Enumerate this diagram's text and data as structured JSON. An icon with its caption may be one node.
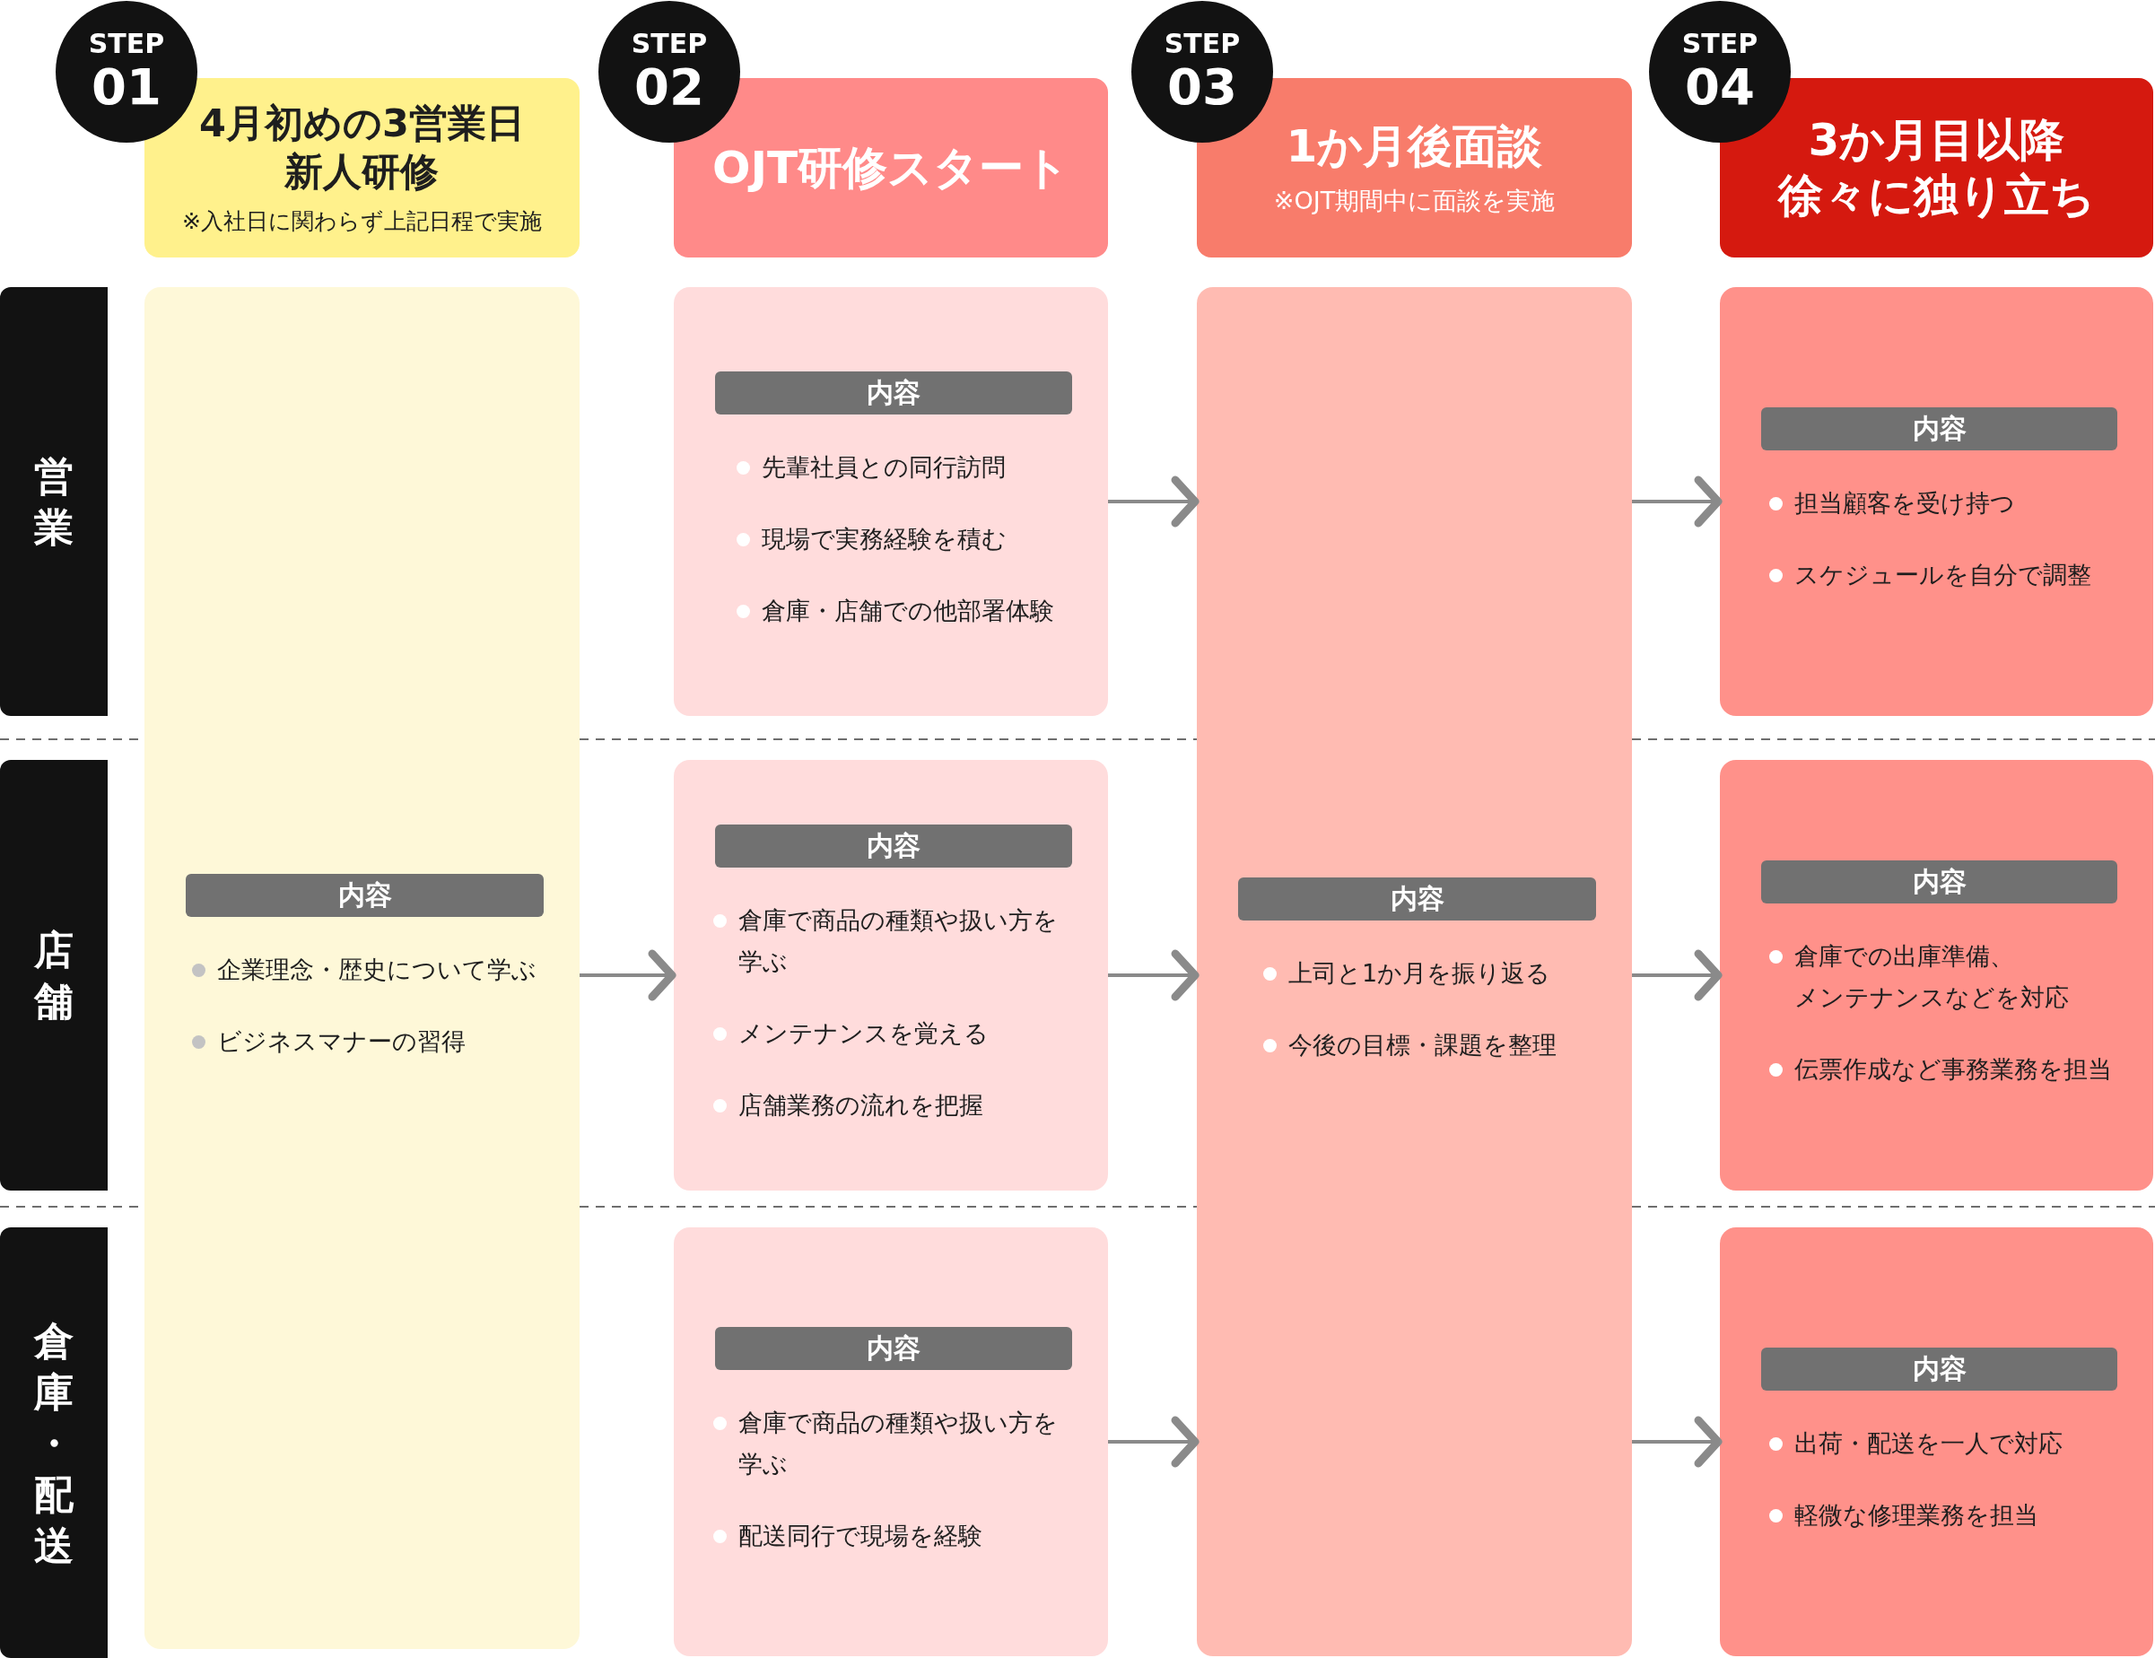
{
  "diagram": {
    "nodes": [
      {
        "text": [
          "STEP",
          "01"
        ]
      },
      {
        "text": [
          "4月初めの3営業日新人研修",
          "※入社日に関わらず上記日程で実施"
        ]
      },
      {
        "text": [
          "STEP",
          "02"
        ]
      },
      {
        "text": [
          "OJT研修スタート"
        ]
      },
      {
        "text": [
          "STEP",
          "03"
        ]
      },
      {
        "text": [
          "1か月後面談",
          "※OJT期間中に面談を実施"
        ]
      },
      {
        "text": [
          "STEP",
          "04"
        ]
      },
      {
        "text": [
          "3か月目以降徐々に独り立ち"
        ]
      },
      {
        "text": [
          "営業"
        ]
      },
      {
        "text": [
          "企業理念・歴史について学ぶ",
          "ビジネスマナーの習得"
        ]
      },
      {
        "text": [
          "内容"
        ],
        "in": 9
      },
      {
        "text": [
          "先輩社員との同行訪問",
          "現場で実務経験を積む",
          "倉庫・店舗での他部署体験"
        ]
      },
      {
        "text": [
          "内容"
        ],
        "in": 11
      },
      {
        "text": [
          "上司と1か月を振り返る",
          "今後の目標・課題を整理"
        ]
      },
      {
        "text": [
          "内容"
        ],
        "in": 13
      },
      {
        "text": [
          "担当顧客を受け持つ",
          "スケジュールを自分で調整"
        ]
      },
      {
        "text": [
          "内容"
        ],
        "in": 15
      },
      {
        "text": [
          "店舗"
        ]
      },
      {
        "text": [
          "倉庫で商品の種類や扱い方を学ぶ",
          "メンテナンスを覚える",
          "店舗業務の流れを把握"
        ]
      },
      {
        "text": [
          "内容"
        ],
        "in": 18
      },
      {
        "text": [
          "倉庫での出庫準備、メンテナンスなどを対応",
          "伝票作成など事務業務を担当"
        ]
      },
      {
        "text": [
          "内容"
        ],
        "in": 20
      },
      {
        "text": [
          "倉庫・配送"
        ]
      },
      {
        "text": [
          "倉庫で商品の種類や扱い方を学ぶ",
          "配送同行で現場を経験"
        ]
      },
      {
        "text": [
          "内容"
        ],
        "in": 23
      },
      {
        "text": [
          "出荷・配送を一人で対応",
          "軽微な修理業務を担当"
        ]
      },
      {
        "text": [
          "内容"
        ],
        "in": 25
      }
    ],
    "edges": [
      {
        "from": 9,
        "to": 18,
        "arrow": "to"
      },
      {
        "from": 11,
        "to": 13,
        "arrow": "to"
      },
      {
        "from": 18,
        "to": 13,
        "arrow": "to"
      },
      {
        "from": 23,
        "to": 13,
        "arrow": "to"
      },
      {
        "from": 13,
        "to": 15,
        "arrow": "to"
      },
      {
        "from": 13,
        "to": 20,
        "arrow": "to"
      },
      {
        "from": 13,
        "to": 25,
        "arrow": "to"
      }
    ]
  }
}
